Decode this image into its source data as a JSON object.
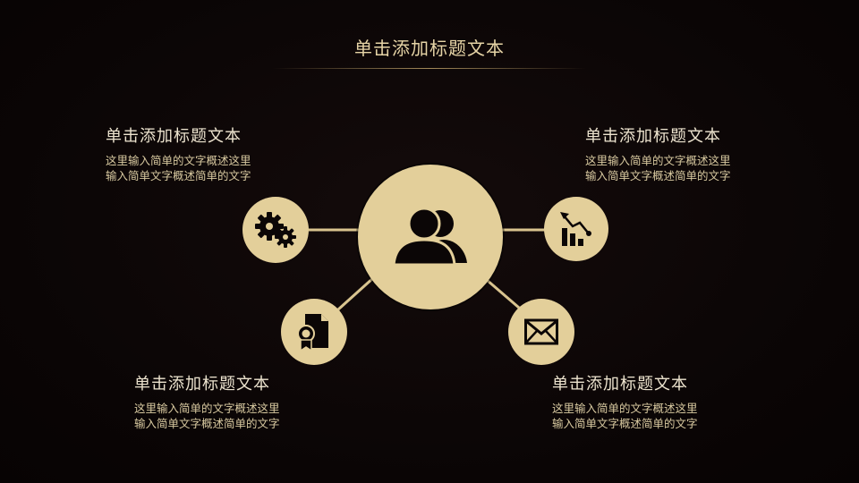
{
  "slide": {
    "title": "单击添加标题文本",
    "accent_color": "#e3cf9a",
    "background_color": "#0b0606"
  },
  "blocks": [
    {
      "heading": "单击添加标题文本",
      "body": "这里输入简单的文字概述这里\n输入简单文字概述简单的文字"
    },
    {
      "heading": "单击添加标题文本",
      "body": "这里输入简单的文字概述这里\n输入简单文字概述简单的文字"
    },
    {
      "heading": "单击添加标题文本",
      "body": "这里输入简单的文字概述这里\n输入简单文字概述简单的文字"
    },
    {
      "heading": "单击添加标题文本",
      "body": "这里输入简单的文字概述这里\n输入简单文字概述简单的文字"
    }
  ],
  "icons": {
    "center": "users-icon",
    "top_left": "gears-icon",
    "top_right": "chart-trend-icon",
    "bottom_left": "certificate-document-icon",
    "bottom_right": "envelope-icon"
  }
}
